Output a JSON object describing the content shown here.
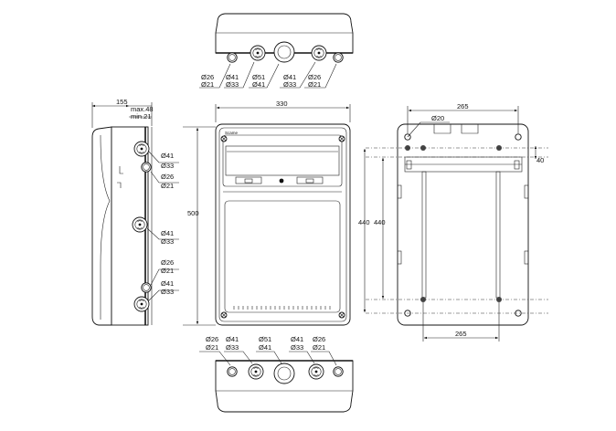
{
  "top_view": {
    "labels": [
      {
        "a": "Ø26",
        "b": "Ø21"
      },
      {
        "a": "Ø41",
        "b": "Ø33"
      },
      {
        "a": "Ø51",
        "b": "Ø41"
      },
      {
        "a": "Ø41",
        "b": "Ø33"
      },
      {
        "a": "Ø26",
        "b": "Ø21"
      }
    ]
  },
  "bottom_view": {
    "labels": [
      {
        "a": "Ø26",
        "b": "Ø21"
      },
      {
        "a": "Ø41",
        "b": "Ø33"
      },
      {
        "a": "Ø51",
        "b": "Ø41"
      },
      {
        "a": "Ø41",
        "b": "Ø33"
      },
      {
        "a": "Ø26",
        "b": "Ø21"
      }
    ]
  },
  "side_view": {
    "depth": "155",
    "max": "max.48",
    "min": "min.21",
    "labels": [
      {
        "a": "Ø41",
        "b": "Ø33"
      },
      {
        "a": "Ø26",
        "b": "Ø21"
      },
      {
        "a": "Ø41",
        "b": "Ø33"
      },
      {
        "a": "Ø26",
        "b": "Ø21"
      },
      {
        "a": "Ø41",
        "b": "Ø33"
      }
    ]
  },
  "front_view": {
    "width": "330",
    "height": "500",
    "brand": "Scame"
  },
  "back_view": {
    "top_width": "265",
    "hole": "Ø20",
    "small": "40",
    "height_left": "440",
    "height_right": "440",
    "bottom_width": "265"
  }
}
